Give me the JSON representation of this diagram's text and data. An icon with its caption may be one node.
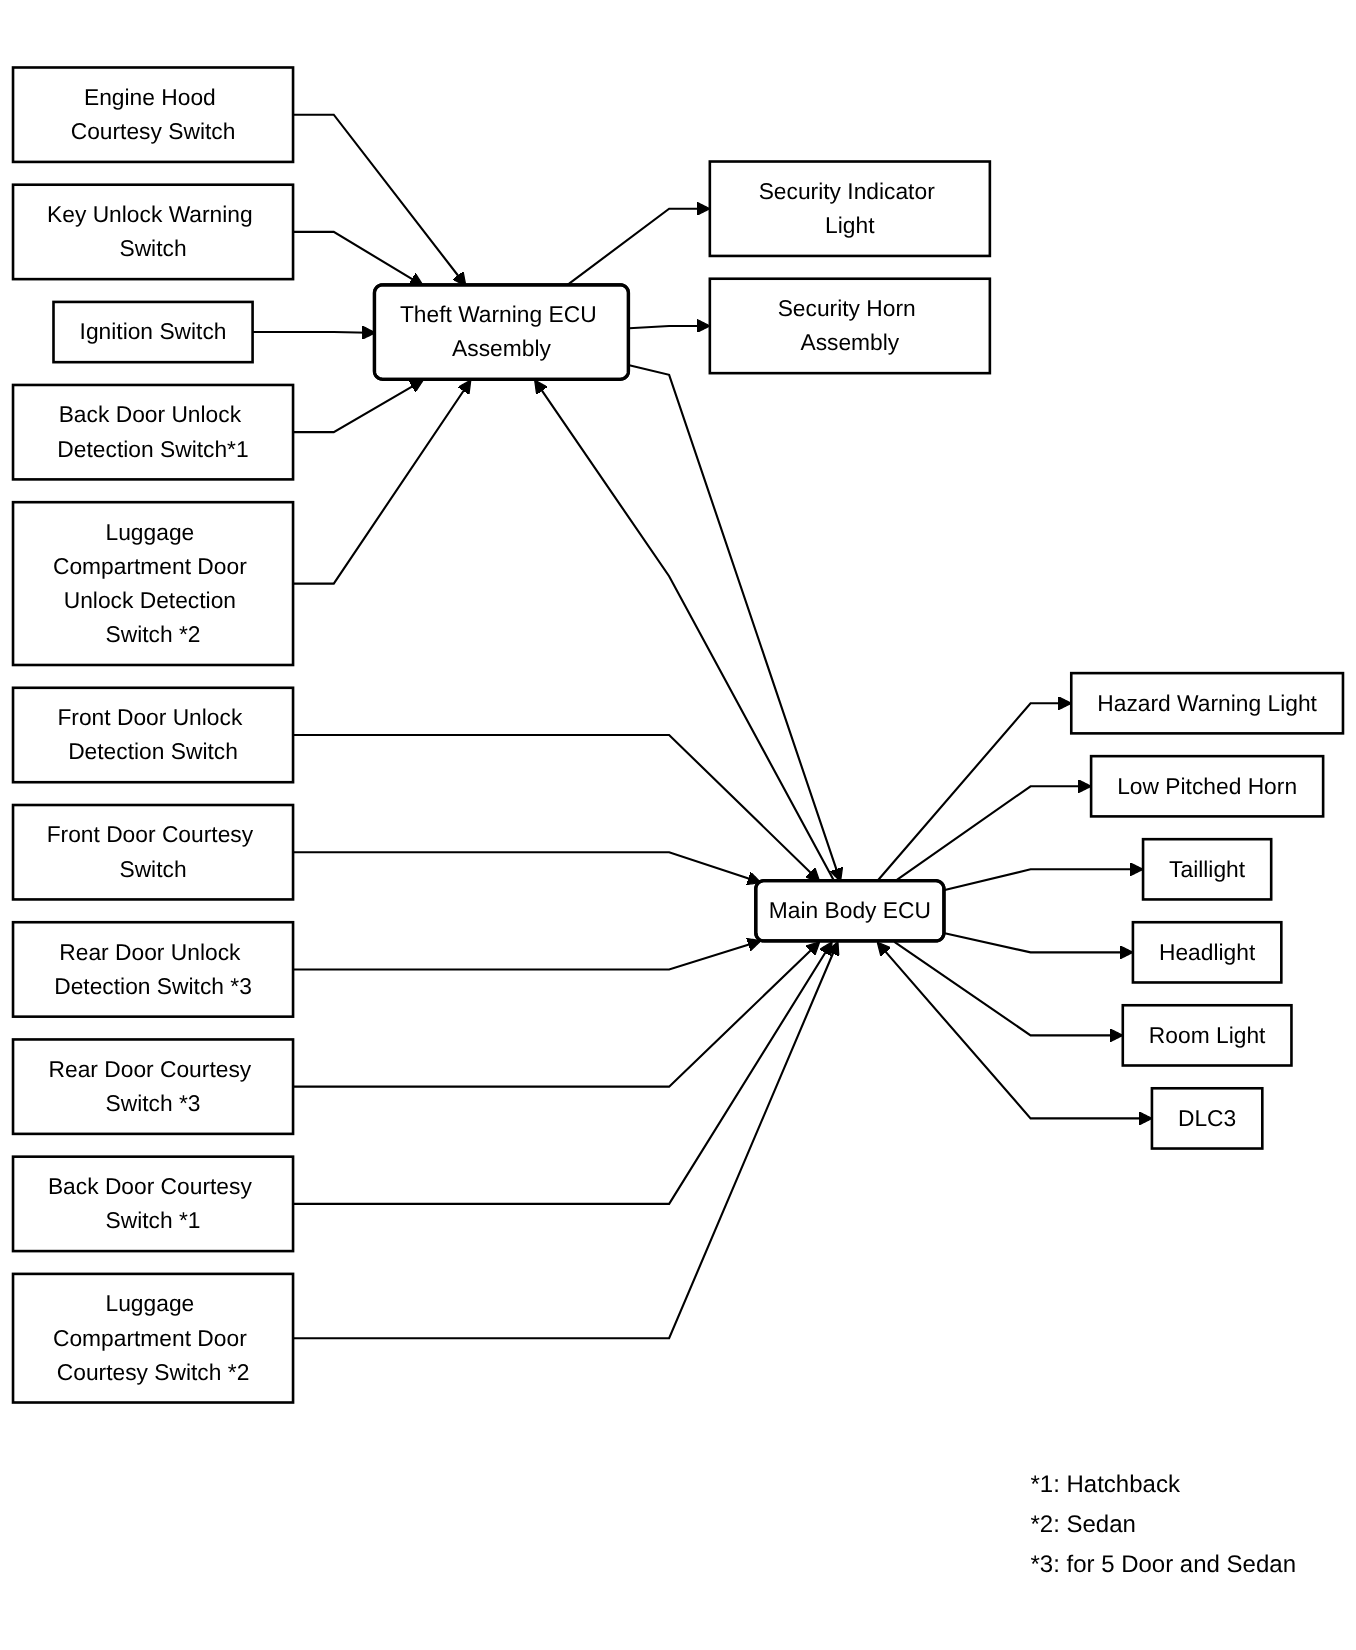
{
  "diagram": {
    "nodes": [
      {
        "text": [
          "Engine Hood Courtesy Switch"
        ]
      },
      {
        "text": [
          "Key Unlock Warning Switch"
        ]
      },
      {
        "text": [
          "Ignition Switch"
        ]
      },
      {
        "text": [
          "Theft Warning ECU Assembly"
        ]
      },
      {
        "text": [
          "Security Indicator Light"
        ]
      },
      {
        "text": [
          "Security Horn Assembly"
        ]
      },
      {
        "text": [
          "Back Door Unlock Detection Switch*1"
        ]
      },
      {
        "text": [
          "Luggage Compartment Door Unlock Detection Switch *2"
        ]
      },
      {
        "text": [
          "Front Door Unlock Detection Switch"
        ]
      },
      {
        "text": [
          "Front Door Courtesy Switch"
        ]
      },
      {
        "text": [
          "Rear Door Unlock Detection Switch *3"
        ]
      },
      {
        "text": [
          "Rear Door Courtesy Switch *3"
        ]
      },
      {
        "text": [
          "Back Door Courtesy Switch *1"
        ]
      },
      {
        "text": [
          "Luggage Compartment Door Courtesy Switch *2"
        ]
      },
      {
        "text": [
          "Main Body ECU"
        ]
      },
      {
        "text": [
          "Hazard Warning Light"
        ]
      },
      {
        "text": [
          "Low Pitched Horn"
        ]
      },
      {
        "text": [
          "Taillight"
        ]
      },
      {
        "text": [
          "Headlight"
        ]
      },
      {
        "text": [
          "Room Light"
        ]
      },
      {
        "text": [
          "DLC3"
        ]
      }
    ],
    "edges": [
      {
        "from": 0,
        "to": 3,
        "arrow": "to"
      },
      {
        "from": 1,
        "to": 3,
        "arrow": "to"
      },
      {
        "from": 2,
        "to": 3,
        "arrow": "to"
      },
      {
        "from": 3,
        "to": 4,
        "arrow": "to"
      },
      {
        "from": 3,
        "to": 5,
        "arrow": "to"
      },
      {
        "from": 6,
        "to": 3,
        "arrow": "to"
      },
      {
        "from": 7,
        "to": 3,
        "arrow": "to"
      },
      {
        "from": 14,
        "to": 3,
        "arrow": "to"
      },
      {
        "from": 3,
        "to": 14,
        "arrow": "to"
      },
      {
        "from": 8,
        "to": 14,
        "arrow": "to"
      },
      {
        "from": 9,
        "to": 14,
        "arrow": "to"
      },
      {
        "from": 10,
        "to": 14,
        "arrow": "to"
      },
      {
        "from": 11,
        "to": 14,
        "arrow": "to"
      },
      {
        "from": 12,
        "to": 14,
        "arrow": "to"
      },
      {
        "from": 13,
        "to": 14,
        "arrow": "to"
      },
      {
        "from": 14,
        "to": 15,
        "arrow": "to"
      },
      {
        "from": 14,
        "to": 16,
        "arrow": "to"
      },
      {
        "from": 14,
        "to": 17,
        "arrow": "to"
      },
      {
        "from": 14,
        "to": 18,
        "arrow": "to"
      },
      {
        "from": 14,
        "to": 19,
        "arrow": "to"
      },
      {
        "from": 14,
        "to": 20,
        "arrow": "both"
      }
    ],
    "labels": [
      "*1: Hatchback",
      "*2: Sedan",
      "*3: for 5 Door and Sedan"
    ]
  }
}
